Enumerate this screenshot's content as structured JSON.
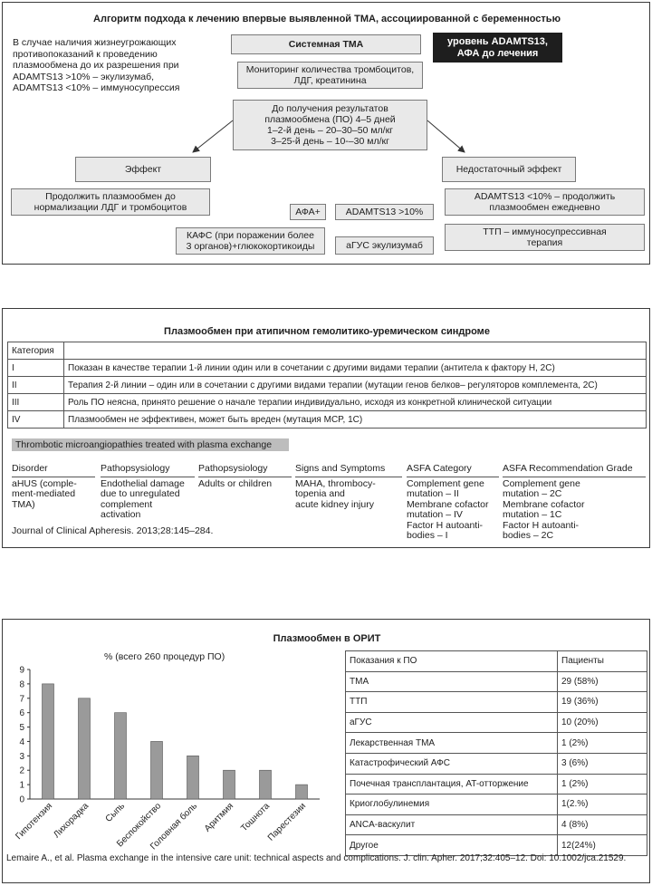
{
  "panel1": {
    "title": "Алгоритм подхода к лечению впервые выявленной ТМА, ассоциированной с беременностью",
    "note": [
      "В случае наличия жизнеугрожающих",
      "противопоказаний к проведению",
      "плазмообмена до их разрешения при",
      "ADAMTS13 >10% – экулизумаб,",
      "ADAMTS13 <10% – иммуносупрессия"
    ],
    "systemic": "Системная ТМА",
    "adamts_level": [
      "уровень ADAMTS13,",
      "АФА до лечения"
    ],
    "monitoring": [
      "Мониторинг количества тромбоцитов,",
      "ЛДГ, креатинина"
    ],
    "pe_results": [
      "До получения результатов",
      "плазмообмена (ПО) 4–5 дней",
      "1–2-й день – 20–30–50 мл/кг",
      "3–25-й день – 10-–30 мл/кг"
    ],
    "effect": "Эффект",
    "insufficient": "Недостаточный эффект",
    "continue_pe": [
      "Продолжить плазмообмен до",
      "нормализации ЛДГ и тромбоцитов"
    ],
    "afa_plus": "АФА+",
    "adamts_gt10": "ADAMTS13 >10%",
    "adamts_lt10": [
      "ADAMTS13 <10% – продолжить",
      "плазмообмен ежедневно"
    ],
    "kafs": [
      "КАФС (при поражении более",
      "3 органов)+глюкокортикоиды"
    ],
    "agus": "аГУС экулизумаб",
    "ttp": [
      "ТТП  – иммуносупрессивная",
      "терапия"
    ]
  },
  "panel2": {
    "title": "Плазмообмен при атипичном гемолитико-уремическом синдроме",
    "table": [
      [
        "Категория",
        ""
      ],
      [
        "I",
        "Показан в качестве терапии 1-й линии один или в сочетании с другими видами терапии (антитела к фактору H, 2C)"
      ],
      [
        "II",
        "Терапия 2-й линии – один или в сочетании с другими видами терапии (мутации генов белков– регуляторов комплемента, 2C)"
      ],
      [
        "III",
        "Роль ПО неясна, принято решение о начале терапии индивидуально, исходя из конкретной клинической ситуации"
      ],
      [
        "IV",
        "Плазмообмен не эффективен, может быть вреден (мутация MCP, 1C)"
      ]
    ],
    "subheading": "Thrombotic microangiopathies treated with plasma exchange",
    "columns": [
      {
        "header": "Disorder",
        "lines": [
          "aHUS (comple-",
          "ment-mediated",
          "TMA)"
        ]
      },
      {
        "header": "Pathopsysiology",
        "lines": [
          "Endothelial damage",
          "due to unregulated",
          "complement",
          "activation"
        ]
      },
      {
        "header": "Pathopsysiology",
        "lines": [
          "Adults or children"
        ]
      },
      {
        "header": "Signs and Symptoms",
        "lines": [
          "MAHA, thrombocy-",
          "topenia and",
          "acute kidney injury"
        ]
      },
      {
        "header": "ASFA Category",
        "lines": [
          "Complement gene",
          "mutation – II",
          "Membrane cofactor",
          "mutation – IV",
          "Factor H autoanti-",
          "bodies – I"
        ]
      },
      {
        "header": "ASFA Recommendation Grade",
        "lines": [
          "Complement gene",
          "mutation – 2C",
          "Membrane cofactor",
          "mutation – 1C",
          "Factor H autoanti-",
          "bodies – 2C"
        ]
      }
    ],
    "citation": "Journal of Clinical Apheresis. 2013;28:145–284."
  },
  "panel3": {
    "title": "Плазмообмен в ОРИТ",
    "table_header": [
      "Показания к ПО",
      "Пациенты"
    ],
    "table_rows": [
      [
        "ТМА",
        "29 (58%)"
      ],
      [
        "ТТП",
        "19 (36%)"
      ],
      [
        "аГУС",
        "10 (20%)"
      ],
      [
        "Лекарственная ТМА",
        "1 (2%)"
      ],
      [
        "Катастрофический АФС",
        "3 (6%)"
      ],
      [
        "Почечная трансплантация, AT-отторжение",
        "1 (2%)"
      ],
      [
        "Криоглобулинемия",
        "1(2.%)"
      ],
      [
        "ANCA-васкулит",
        "4 (8%)"
      ],
      [
        "Другое",
        "12(24%)"
      ]
    ],
    "citation": "Lemaire A., et al. Plasma exchange  in the intensive care unit: technical aspects and  complications. J. clin. Apher. 2017;32:405–12. Doi: 10.1002/jca.21529."
  },
  "chart_data": {
    "type": "bar",
    "title": "% (всего 260 процедур ПО)",
    "categories": [
      "Гипотензия",
      "Лихорадка",
      "Сыпь",
      "Беспокойство",
      "Головная боль",
      "Аритмия",
      "Тошнота",
      "Парестезии"
    ],
    "values": [
      8,
      7,
      6,
      4,
      3,
      2,
      2,
      1
    ],
    "ylim": [
      0,
      9
    ],
    "yticks": [
      "0",
      "1",
      "2",
      "3",
      "4",
      "5",
      "6",
      "7",
      "8",
      "9"
    ],
    "bar_color": "#9a9a9a",
    "grid": false,
    "legend": "none"
  }
}
